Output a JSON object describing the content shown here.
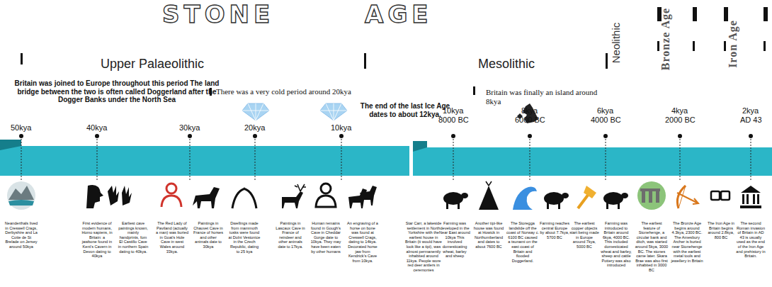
{
  "diagram": {
    "title": "STONE AGE",
    "labels": [
      "Upper Palaeolithic",
      "Mesolithic",
      "Neolithic",
      "Bronze Age",
      "Iron Age",
      "Britain was joined to Europe throughout this period The land bridge between the two is often called Doggerland after the Dogger Banks under the North Sea",
      "There was a very cold period around 20kya",
      "The end of the last Ice Age dates to about 12kya.",
      "Britain was finally an island around 8kya",
      "50kya",
      "40kya",
      "30kya",
      "20kya",
      "10kya",
      "10kya",
      "8000 BC",
      "8kya",
      "6000 BC",
      "6kya",
      "4000 BC",
      "4kya",
      "2000 BC",
      "2kya",
      "AD 43",
      "Neanderthals lived in Creswell Crags, Derbyshire and La Cotte de St Brelade on Jersey around 50kya",
      "First evidence of modern humans, Homo sapiens, in Britain: a jawbone found in Kent's Cavern in Devon dating to 40kya",
      "Earliest cave paintings known, mainly handprints, fom El Castillo Cave in northern Spain dating to 40kya.",
      "The Red Lady of Paviland (actually a man) was buried in Goat's Hole Cave in west Wales around 33kya.",
      "Paintings in Chauvet Cave in France of horses and other animals date to 30kya",
      "Dwellings made from mammoth tusks were found at Dolni Vestonice in the Czech Republic, dating to 25 kya",
      "Paintings in Lascaux Cave in France of reindeer and other animals date to 17kya.",
      "Human remains found in Gough's Cave in Cheddar Gorge date to 10kya. They may have been eaten by other humans",
      "An engraving of a horse on bone was found at Creswell Crags, dating to 14kya. Decorated horse jaw from Kendrick's Cave from 10kya.",
      "Star Carr, a lakeside settlement in North Yorkshire with the earliest house in Britain (it would have look like a tipi), was almost permanently inhabited around 11kya. People wore red deer antlers in ceremonies",
      "Farming was developed in the Near East around 10kya This involved domesticating wheat, barley and sheep",
      "Another tipi-like house was found at Howick in Northumberland and dates to about 7600 BC",
      "The Storegga landslide off the coast of Norway c. 6100 BC caused a tsunami on the east coast of Britain and flooded Doggerland.",
      "Farming reaches central Europe by about 7.7kya, 5700 BC",
      "The earliest copper objects start being made in Europe around 7kya, 5000 BC",
      "Farming was introduced to Britain around 6kya, 4000 BC. This included domesticated wheat and barley, sheep and cattle Pottery was also introduced",
      "The earliest feature of Stonehenge, a circular bank and ditch, was started around 5kya, 3000 BC. The stones came later. Skara Brae was also first inhabited in 3000 BC",
      "The Bronze Age begins around 4.3kya, 2300 BC. The Amesbury Archer is buried near Stonehenge with the earliest metal tools and jewellery in Britain",
      "The Iron Age in Britain begins around 2.8kya, 800 BC",
      "The second Roman invasion of Britain in AD 43 is usually used as the end of the Iron Age and prehistory in Britain."
    ]
  }
}
